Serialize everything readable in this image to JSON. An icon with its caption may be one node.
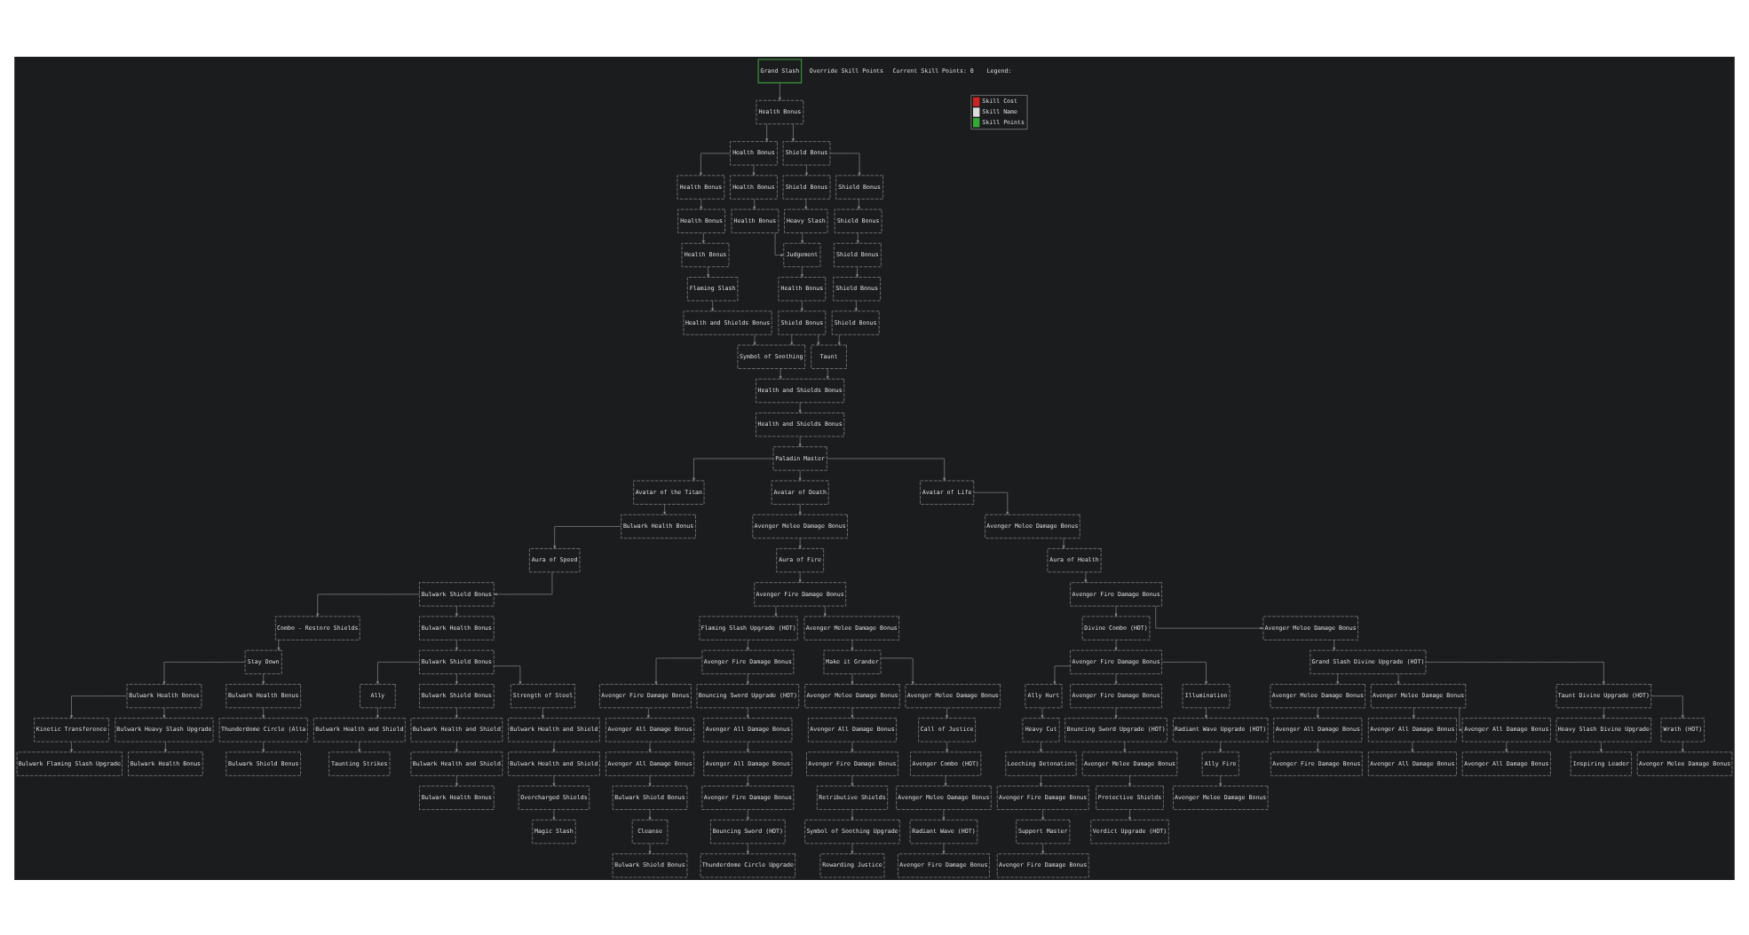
{
  "diagram": {
    "nodes": [
      {
        "text": [
          "Grand Slash"
        ]
      },
      {
        "text": [
          "Health Bonus"
        ]
      },
      {
        "text": [
          "Health Bonus"
        ]
      },
      {
        "text": [
          "Shield Bonus"
        ]
      },
      {
        "text": [
          "Health Bonus"
        ]
      },
      {
        "text": [
          "Health Bonus"
        ]
      },
      {
        "text": [
          "Shield Bonus"
        ]
      },
      {
        "text": [
          "Shield Bonus"
        ]
      },
      {
        "text": [
          "Health Bonus"
        ]
      },
      {
        "text": [
          "Health Bonus"
        ]
      },
      {
        "text": [
          "Heavy Slash"
        ]
      },
      {
        "text": [
          "Shield Bonus"
        ]
      },
      {
        "text": [
          "Health Bonus"
        ]
      },
      {
        "text": [
          "Judgement"
        ]
      },
      {
        "text": [
          "Shield Bonus"
        ]
      },
      {
        "text": [
          "Flaming Slash"
        ]
      },
      {
        "text": [
          "Health Bonus"
        ]
      },
      {
        "text": [
          "Shield Bonus"
        ]
      },
      {
        "text": [
          "Health and Shields Bonus"
        ]
      },
      {
        "text": [
          "Shield Bonus"
        ]
      },
      {
        "text": [
          "Shield Bonus"
        ]
      },
      {
        "text": [
          "Symbol of Soothing"
        ]
      },
      {
        "text": [
          "Taunt"
        ]
      },
      {
        "text": [
          "Health and Shields Bonus"
        ]
      },
      {
        "text": [
          "Health and Shields Bonus"
        ]
      },
      {
        "text": [
          "Paladin Master"
        ]
      },
      {
        "text": [
          "Avatar of the Titan"
        ]
      },
      {
        "text": [
          "Avatar of Death"
        ]
      },
      {
        "text": [
          "Avatar of Life"
        ]
      },
      {
        "text": [
          "Bulwark Health Bonus"
        ]
      },
      {
        "text": [
          "Avenger Melee Damage Bonus"
        ]
      },
      {
        "text": [
          "Avenger Melee Damage Bonus"
        ]
      },
      {
        "text": [
          "Aura of Speed"
        ]
      },
      {
        "text": [
          "Aura of Fire"
        ]
      },
      {
        "text": [
          "Aura of Health"
        ]
      },
      {
        "text": [
          "Bulwark Shield Bonus"
        ]
      },
      {
        "text": [
          "Avenger Fire Damage Bonus"
        ]
      },
      {
        "text": [
          "Avenger Fire Damage Bonus"
        ]
      },
      {
        "text": [
          "Combo - Restore Shields"
        ]
      },
      {
        "text": [
          "Bulwark Health Bonus"
        ]
      },
      {
        "text": [
          "Flaming Slash Upgrade (HOT)"
        ]
      },
      {
        "text": [
          "Avenger Melee Damage Bonus"
        ]
      },
      {
        "text": [
          "Divine Combo (HOT)"
        ]
      },
      {
        "text": [
          "Avenger Melee Damage Bonus"
        ]
      },
      {
        "text": [
          "Stay Down"
        ]
      },
      {
        "text": [
          "Bulwark Shield Bonus"
        ]
      },
      {
        "text": [
          "Avenger Fire Damage Bonus"
        ]
      },
      {
        "text": [
          "Make it Grander"
        ]
      },
      {
        "text": [
          "Avenger Fire Damage Bonus"
        ]
      },
      {
        "text": [
          "Grand Slash Divine Upgrade (HOT)"
        ]
      },
      {
        "text": [
          "Bulwark Health Bonus"
        ]
      },
      {
        "text": [
          "Bulwark Health Bonus"
        ]
      },
      {
        "text": [
          "Ally"
        ]
      },
      {
        "text": [
          "Bulwark Shield Bonus"
        ]
      },
      {
        "text": [
          "Strength of Steel"
        ]
      },
      {
        "text": [
          "Avenger Fire Damage Bonus"
        ]
      },
      {
        "text": [
          "Bouncing Sword Upgrade (HOT)"
        ]
      },
      {
        "text": [
          "Avenger Melee Damage Bonus"
        ]
      },
      {
        "text": [
          "Avenger Melee Damage Bonus"
        ]
      },
      {
        "text": [
          "Ally Hurt"
        ]
      },
      {
        "text": [
          "Avenger Fire Damage Bonus"
        ]
      },
      {
        "text": [
          "Illumination"
        ]
      },
      {
        "text": [
          "Avenger Melee Damage Bonus"
        ]
      },
      {
        "text": [
          "Avenger Melee Damage Bonus"
        ]
      },
      {
        "text": [
          "Taunt Divine Upgrade (HOT)"
        ]
      },
      {
        "text": [
          "Kinetic Transference"
        ]
      },
      {
        "text": [
          "Bulwark Heavy Slash Upgrade"
        ]
      },
      {
        "text": [
          "Thunderdome Circle (Alta"
        ]
      },
      {
        "text": [
          "Bulwark Health and Shield"
        ]
      },
      {
        "text": [
          "Bulwark Health and Shield"
        ]
      },
      {
        "text": [
          "Bulwark Health and Shield"
        ]
      },
      {
        "text": [
          "Avenger All Damage Bonus"
        ]
      },
      {
        "text": [
          "Avenger All Damage Bonus"
        ]
      },
      {
        "text": [
          "Avenger All Damage Bonus"
        ]
      },
      {
        "text": [
          "Call of Justice"
        ]
      },
      {
        "text": [
          "Heavy Cut"
        ]
      },
      {
        "text": [
          "Bouncing Sword Upgrade (HOT)"
        ]
      },
      {
        "text": [
          "Radiant Wave Upgrade (HOT)"
        ]
      },
      {
        "text": [
          "Avenger All Damage Bonus"
        ]
      },
      {
        "text": [
          "Avenger All Damage Bonus"
        ]
      },
      {
        "text": [
          "Avenger All Damage Bonus"
        ]
      },
      {
        "text": [
          "Heavy Slash Divine Upgrade"
        ]
      },
      {
        "text": [
          "Wrath (HOT)"
        ]
      },
      {
        "text": [
          "Bulwark Flaming Slash Upgrade"
        ]
      },
      {
        "text": [
          "Bulwark Health Bonus"
        ]
      },
      {
        "text": [
          "Bulwark Shield Bonus"
        ]
      },
      {
        "text": [
          "Taunting Strikes"
        ]
      },
      {
        "text": [
          "Bulwark Health and Shield"
        ]
      },
      {
        "text": [
          "Bulwark Health and Shield"
        ]
      },
      {
        "text": [
          "Avenger All Damage Bonus"
        ]
      },
      {
        "text": [
          "Avenger All Damage Bonus"
        ]
      },
      {
        "text": [
          "Avenger Fire Damage Bonus"
        ]
      },
      {
        "text": [
          "Avenger Combo (HOT)"
        ]
      },
      {
        "text": [
          "Leeching Detonation"
        ]
      },
      {
        "text": [
          "Avenger Melee Damage Bonus"
        ]
      },
      {
        "text": [
          "Ally Fire"
        ]
      },
      {
        "text": [
          "Avenger Fire Damage Bonus"
        ]
      },
      {
        "text": [
          "Avenger All Damage Bonus"
        ]
      },
      {
        "text": [
          "Avenger All Damage Bonus"
        ]
      },
      {
        "text": [
          "Inspiring Leader"
        ]
      },
      {
        "text": [
          "Avenger Melee Damage Bonus"
        ]
      },
      {
        "text": [
          "Bulwark Health Bonus"
        ]
      },
      {
        "text": [
          "Overcharged Shields"
        ]
      },
      {
        "text": [
          "Bulwark Shield Bonus"
        ]
      },
      {
        "text": [
          "Avenger Fire Damage Bonus"
        ]
      },
      {
        "text": [
          "Retributive Shields"
        ]
      },
      {
        "text": [
          "Avenger Melee Damage Bonus"
        ]
      },
      {
        "text": [
          "Avenger Fire Damage Bonus"
        ]
      },
      {
        "text": [
          "Protective Shields"
        ]
      },
      {
        "text": [
          "Avenger Melee Damage Bonus"
        ]
      },
      {
        "text": [
          "Magic Slash"
        ]
      },
      {
        "text": [
          "Cleanse"
        ]
      },
      {
        "text": [
          "Bouncing Sword (HOT)"
        ]
      },
      {
        "text": [
          "Symbol of Soothing Upgrade"
        ]
      },
      {
        "text": [
          "Radiant Wave (HOT)"
        ]
      },
      {
        "text": [
          "Support Master"
        ]
      },
      {
        "text": [
          "Verdict Upgrade (HOT)"
        ]
      },
      {
        "text": [
          "Bulwark Shield Bonus"
        ]
      },
      {
        "text": [
          "Thunderdome Circle Upgrade"
        ]
      },
      {
        "text": [
          "Rewarding Justice"
        ]
      },
      {
        "text": [
          "Avenger Fire Damage Bonus"
        ]
      },
      {
        "text": [
          "Avenger Fire Damage Bonus"
        ]
      }
    ],
    "edges": [
      {
        "from": 0,
        "to": 1,
        "arrow": "to"
      },
      {
        "from": 1,
        "to": 2,
        "arrow": "to"
      },
      {
        "from": 1,
        "to": 3,
        "arrow": "to"
      },
      {
        "from": 2,
        "to": 4,
        "arrow": "to"
      },
      {
        "from": 2,
        "to": 5,
        "arrow": "to"
      },
      {
        "from": 3,
        "to": 6,
        "arrow": "to"
      },
      {
        "from": 3,
        "to": 7,
        "arrow": "to"
      },
      {
        "from": 4,
        "to": 8,
        "arrow": "to"
      },
      {
        "from": 5,
        "to": 9,
        "arrow": "to"
      },
      {
        "from": 6,
        "to": 10,
        "arrow": "to"
      },
      {
        "from": 7,
        "to": 11,
        "arrow": "to"
      },
      {
        "from": 8,
        "to": 12,
        "arrow": "to"
      },
      {
        "from": 9,
        "to": 13,
        "arrow": "to"
      },
      {
        "from": 10,
        "to": 13,
        "arrow": "to"
      },
      {
        "from": 11,
        "to": 14,
        "arrow": "to"
      },
      {
        "from": 12,
        "to": 15,
        "arrow": "to"
      },
      {
        "from": 13,
        "to": 16,
        "arrow": "to"
      },
      {
        "from": 14,
        "to": 17,
        "arrow": "to"
      },
      {
        "from": 15,
        "to": 18,
        "arrow": "to"
      },
      {
        "from": 16,
        "to": 19,
        "arrow": "to"
      },
      {
        "from": 17,
        "to": 20,
        "arrow": "to"
      },
      {
        "from": 18,
        "to": 21,
        "arrow": "to"
      },
      {
        "from": 19,
        "to": 21,
        "arrow": "to"
      },
      {
        "from": 19,
        "to": 22,
        "arrow": "to"
      },
      {
        "from": 20,
        "to": 22,
        "arrow": "to"
      },
      {
        "from": 21,
        "to": 23,
        "arrow": "to"
      },
      {
        "from": 22,
        "to": 23,
        "arrow": "to"
      },
      {
        "from": 23,
        "to": 24,
        "arrow": "to"
      },
      {
        "from": 24,
        "to": 25,
        "arrow": "to"
      },
      {
        "from": 25,
        "to": 26,
        "arrow": "to"
      },
      {
        "from": 25,
        "to": 27,
        "arrow": "to"
      },
      {
        "from": 25,
        "to": 28,
        "arrow": "to"
      },
      {
        "from": 26,
        "to": 29,
        "arrow": "to"
      },
      {
        "from": 27,
        "to": 30,
        "arrow": "to"
      },
      {
        "from": 28,
        "to": 31,
        "arrow": "to"
      },
      {
        "from": 29,
        "to": 32,
        "arrow": "to"
      },
      {
        "from": 30,
        "to": 33,
        "arrow": "to"
      },
      {
        "from": 31,
        "to": 34,
        "arrow": "to"
      },
      {
        "from": 32,
        "to": 35,
        "arrow": "to"
      },
      {
        "from": 33,
        "to": 36,
        "arrow": "to"
      },
      {
        "from": 34,
        "to": 37,
        "arrow": "to"
      },
      {
        "from": 35,
        "to": 38,
        "arrow": "to"
      },
      {
        "from": 35,
        "to": 39,
        "arrow": "to"
      },
      {
        "from": 36,
        "to": 40,
        "arrow": "to"
      },
      {
        "from": 36,
        "to": 41,
        "arrow": "to"
      },
      {
        "from": 37,
        "to": 42,
        "arrow": "to"
      },
      {
        "from": 37,
        "to": 43,
        "arrow": "to"
      },
      {
        "from": 38,
        "to": 44,
        "arrow": "to"
      },
      {
        "from": 39,
        "to": 45,
        "arrow": "to"
      },
      {
        "from": 40,
        "to": 46,
        "arrow": "to"
      },
      {
        "from": 41,
        "to": 47,
        "arrow": "to"
      },
      {
        "from": 42,
        "to": 48,
        "arrow": "to"
      },
      {
        "from": 43,
        "to": 49,
        "arrow": "to"
      },
      {
        "from": 44,
        "to": 50,
        "arrow": "to"
      },
      {
        "from": 44,
        "to": 51,
        "arrow": "to"
      },
      {
        "from": 45,
        "to": 52,
        "arrow": "to"
      },
      {
        "from": 45,
        "to": 53,
        "arrow": "to"
      },
      {
        "from": 45,
        "to": 54,
        "arrow": "to"
      },
      {
        "from": 46,
        "to": 55,
        "arrow": "to"
      },
      {
        "from": 46,
        "to": 56,
        "arrow": "to"
      },
      {
        "from": 47,
        "to": 57,
        "arrow": "to"
      },
      {
        "from": 47,
        "to": 58,
        "arrow": "to"
      },
      {
        "from": 48,
        "to": 59,
        "arrow": "to"
      },
      {
        "from": 48,
        "to": 60,
        "arrow": "to"
      },
      {
        "from": 48,
        "to": 61,
        "arrow": "to"
      },
      {
        "from": 49,
        "to": 62,
        "arrow": "to"
      },
      {
        "from": 49,
        "to": 63,
        "arrow": "to"
      },
      {
        "from": 49,
        "to": 64,
        "arrow": "to"
      },
      {
        "from": 50,
        "to": 65,
        "arrow": "to"
      },
      {
        "from": 50,
        "to": 66,
        "arrow": "to"
      },
      {
        "from": 51,
        "to": 67,
        "arrow": "to"
      },
      {
        "from": 52,
        "to": 68,
        "arrow": "to"
      },
      {
        "from": 53,
        "to": 69,
        "arrow": "to"
      },
      {
        "from": 54,
        "to": 70,
        "arrow": "to"
      },
      {
        "from": 55,
        "to": 71,
        "arrow": "to"
      },
      {
        "from": 56,
        "to": 72,
        "arrow": "to"
      },
      {
        "from": 57,
        "to": 73,
        "arrow": "to"
      },
      {
        "from": 58,
        "to": 74,
        "arrow": "to"
      },
      {
        "from": 59,
        "to": 75,
        "arrow": "to"
      },
      {
        "from": 60,
        "to": 76,
        "arrow": "to"
      },
      {
        "from": 61,
        "to": 77,
        "arrow": "to"
      },
      {
        "from": 62,
        "to": 78,
        "arrow": "to"
      },
      {
        "from": 63,
        "to": 79,
        "arrow": "to"
      },
      {
        "from": 63,
        "to": 80,
        "arrow": "to"
      },
      {
        "from": 64,
        "to": 81,
        "arrow": "to"
      },
      {
        "from": 64,
        "to": 82,
        "arrow": "to"
      },
      {
        "from": 65,
        "to": 83,
        "arrow": "to"
      },
      {
        "from": 66,
        "to": 84,
        "arrow": "to"
      },
      {
        "from": 67,
        "to": 85,
        "arrow": "to"
      },
      {
        "from": 68,
        "to": 86,
        "arrow": "to"
      },
      {
        "from": 69,
        "to": 87,
        "arrow": "to"
      },
      {
        "from": 70,
        "to": 88,
        "arrow": "to"
      },
      {
        "from": 71,
        "to": 89,
        "arrow": "to"
      },
      {
        "from": 72,
        "to": 90,
        "arrow": "to"
      },
      {
        "from": 73,
        "to": 91,
        "arrow": "to"
      },
      {
        "from": 74,
        "to": 92,
        "arrow": "to"
      },
      {
        "from": 75,
        "to": 93,
        "arrow": "to"
      },
      {
        "from": 76,
        "to": 94,
        "arrow": "to"
      },
      {
        "from": 77,
        "to": 95,
        "arrow": "to"
      },
      {
        "from": 78,
        "to": 96,
        "arrow": "to"
      },
      {
        "from": 79,
        "to": 97,
        "arrow": "to"
      },
      {
        "from": 80,
        "to": 98,
        "arrow": "to"
      },
      {
        "from": 81,
        "to": 99,
        "arrow": "to"
      },
      {
        "from": 82,
        "to": 100,
        "arrow": "to"
      },
      {
        "from": 87,
        "to": 101,
        "arrow": "to"
      },
      {
        "from": 88,
        "to": 102,
        "arrow": "to"
      },
      {
        "from": 89,
        "to": 103,
        "arrow": "to"
      },
      {
        "from": 90,
        "to": 104,
        "arrow": "to"
      },
      {
        "from": 91,
        "to": 105,
        "arrow": "to"
      },
      {
        "from": 92,
        "to": 106,
        "arrow": "to"
      },
      {
        "from": 93,
        "to": 107,
        "arrow": "to"
      },
      {
        "from": 94,
        "to": 108,
        "arrow": "to"
      },
      {
        "from": 95,
        "to": 109,
        "arrow": "to"
      },
      {
        "from": 102,
        "to": 110,
        "arrow": "to"
      },
      {
        "from": 103,
        "to": 111,
        "arrow": "to"
      },
      {
        "from": 104,
        "to": 112,
        "arrow": "to"
      },
      {
        "from": 105,
        "to": 113,
        "arrow": "to"
      },
      {
        "from": 106,
        "to": 114,
        "arrow": "to"
      },
      {
        "from": 107,
        "to": 115,
        "arrow": "to"
      },
      {
        "from": 108,
        "to": 116,
        "arrow": "to"
      },
      {
        "from": 111,
        "to": 117,
        "arrow": "to"
      },
      {
        "from": 112,
        "to": 118,
        "arrow": "to"
      },
      {
        "from": 113,
        "to": 119,
        "arrow": "to"
      },
      {
        "from": 114,
        "to": 120,
        "arrow": "to"
      },
      {
        "from": 115,
        "to": 121,
        "arrow": "to"
      }
    ],
    "labels": [
      "Override Skill Points",
      "Current Skill Points: 0",
      "Legend:"
    ],
    "legend": [
      {
        "text": "Skill Cost",
        "color": "#cc2222"
      },
      {
        "text": "Skill Name",
        "color": "#dddddd"
      },
      {
        "text": "Skill Points",
        "color": "#33aa33"
      }
    ]
  }
}
